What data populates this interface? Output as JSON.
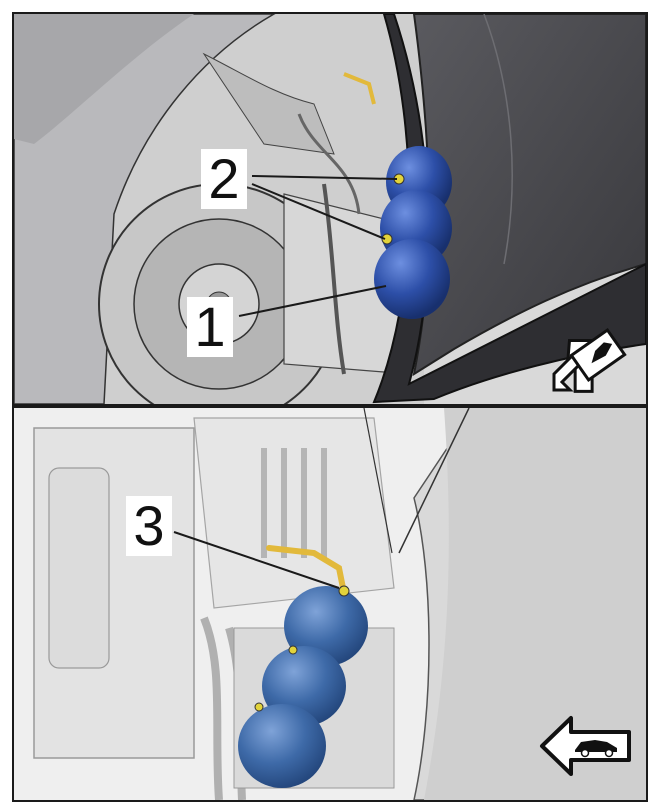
{
  "callouts": {
    "one": "1",
    "two": "2",
    "three": "3"
  },
  "icons": {
    "direction_top": "vehicle-forward-diagonal-arrow-icon",
    "direction_bottom": "vehicle-forward-left-arrow-icon"
  },
  "colors": {
    "reservoir": "#2e4f9c",
    "reservoir_bottom": "#3e6aa8",
    "bracket": "#e2b93b",
    "body_dark": "#4a4a4e",
    "line": "#1a1a1a"
  }
}
